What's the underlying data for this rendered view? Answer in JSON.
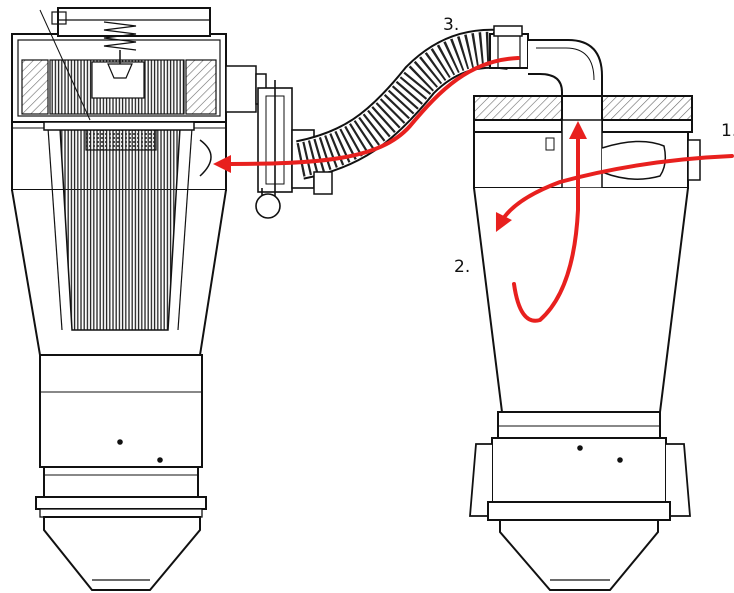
{
  "labels": {
    "step1": "1.",
    "step2": "2.",
    "step3": "3."
  },
  "colors": {
    "line": "#111111",
    "flow_arrow": "#e8201e",
    "filter_pleat": "#222222",
    "hose": "#333333",
    "background": "#ffffff",
    "panel_fill": "#f4f4f4",
    "hatch": "#6a6a6a"
  }
}
